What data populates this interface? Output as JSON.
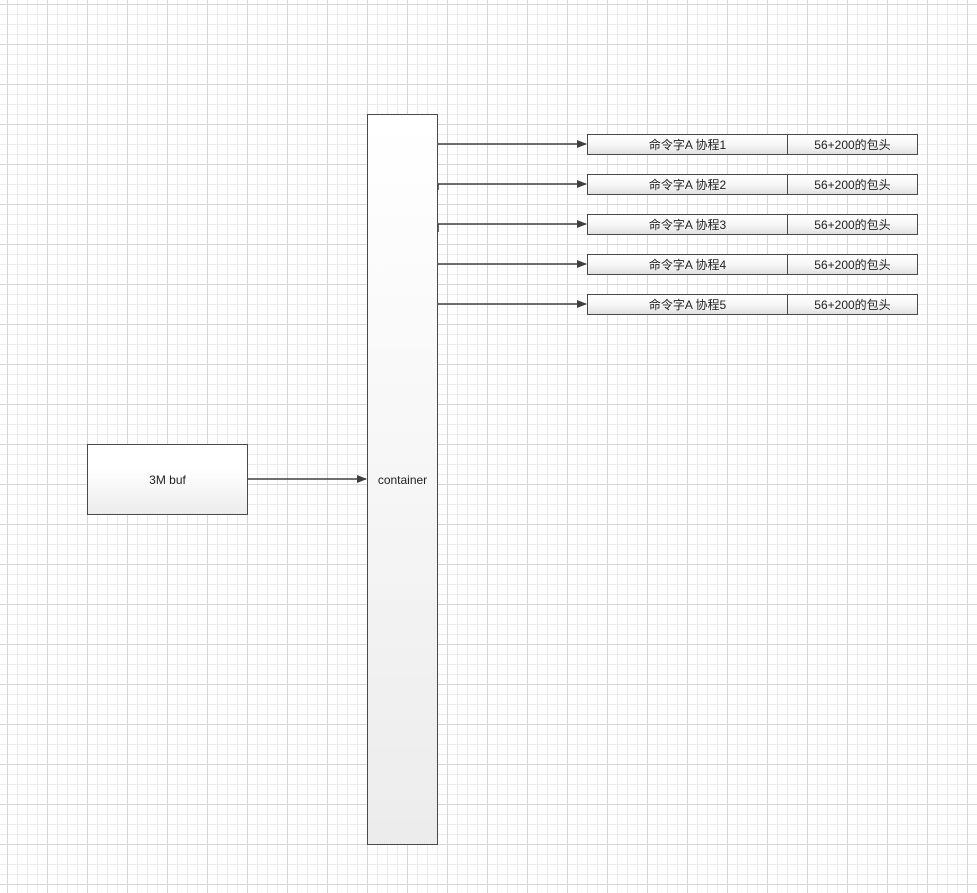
{
  "nodes": {
    "buf_label": "3M buf",
    "container_label": "container"
  },
  "rows": [
    {
      "command": "命令字A  协程1",
      "header": "56+200的包头"
    },
    {
      "command": "命令字A  协程2",
      "header": "56+200的包头"
    },
    {
      "command": "命令字A  协程3",
      "header": "56+200的包头"
    },
    {
      "command": "命令字A  协程4",
      "header": "56+200的包头"
    },
    {
      "command": "命令字A  协程5",
      "header": "56+200的包头"
    }
  ],
  "colors": {
    "line": "#404040",
    "border": "#4a4a4a",
    "grid_major": "#d6d6d6",
    "grid_minor": "#ececec"
  }
}
